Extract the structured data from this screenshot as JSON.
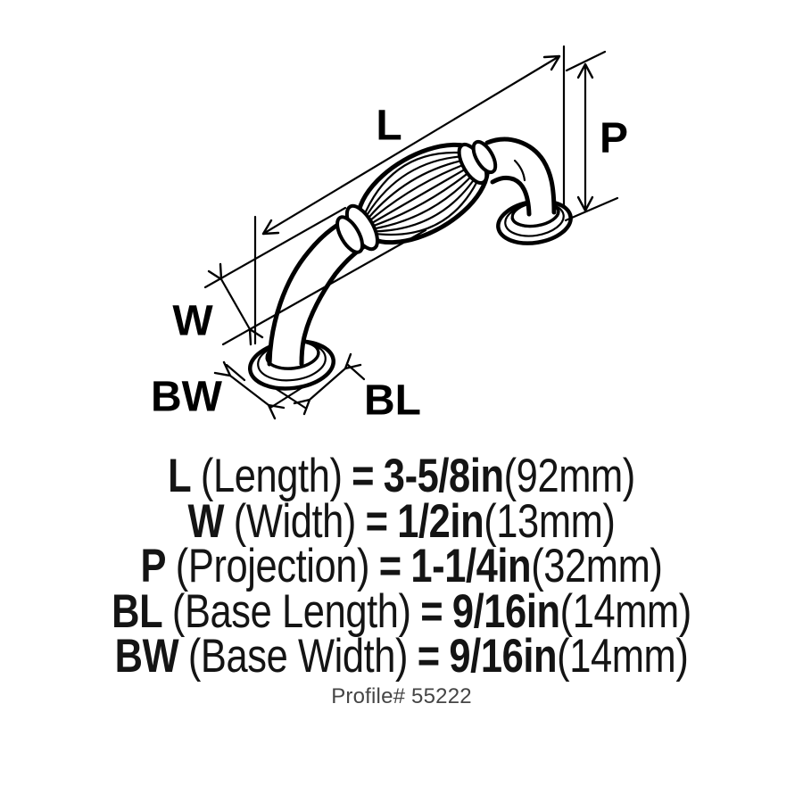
{
  "colors": {
    "ink": "#000000",
    "text": "#141414",
    "muted": "#454545",
    "background": "#ffffff"
  },
  "diagram": {
    "labels": {
      "L": "L",
      "P": "P",
      "W": "W",
      "BW": "BW",
      "BL": "BL"
    }
  },
  "specs": {
    "equals": "=",
    "rows": [
      {
        "abbr": "L",
        "name": "(Length)",
        "value": "3-5/8in",
        "metric": "(92mm)"
      },
      {
        "abbr": "W",
        "name": "(Width)",
        "value": "1/2in",
        "metric": "(13mm)"
      },
      {
        "abbr": "P",
        "name": "(Projection)",
        "value": "1-1/4in",
        "metric": "(32mm)"
      },
      {
        "abbr": "BL",
        "name": "(Base Length)",
        "value": "9/16in",
        "metric": "(14mm)"
      },
      {
        "abbr": "BW",
        "name": "(Base Width)",
        "value": "9/16in",
        "metric": "(14mm)"
      }
    ],
    "profile": "Profile# 55222"
  }
}
